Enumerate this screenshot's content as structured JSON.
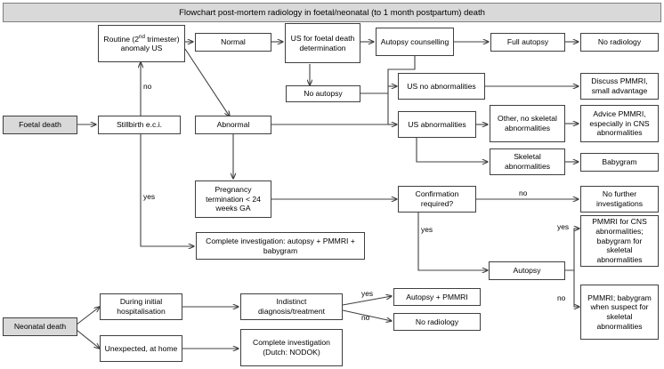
{
  "title": "Flowchart post-mortem radiology in foetal/neonatal (to 1 month postpartum) death",
  "nodes": {
    "routine_anomaly_us": "Routine (2nd trimester) anomaly US",
    "normal": "Normal",
    "us_foetal_death": "US for foetal death determination",
    "autopsy_counselling": "Autopsy counselling",
    "full_autopsy": "Full autopsy",
    "no_radiology_top": "No radiology",
    "no_autopsy": "No autopsy",
    "us_no_abnormalities": "US no abnormalities",
    "discuss_pmmri": "Discuss PMMRI, small advantage",
    "foetal_death": "Foetal death",
    "stillbirth": "Stillbirth e.c.i.",
    "abnormal": "Abnormal",
    "us_abnormalities": "US abnormalities",
    "other_no_skeletal": "Other, no skeletal abnormalities",
    "advice_pmmri": "Advice PMMRI, especially in CNS abnormalities",
    "skeletal_abnormalities": "Skeletal abnormalities",
    "babygram": "Babygram",
    "pregnancy_termination": "Pregnancy termination < 24 weeks GA",
    "confirmation_required": "Confirmation required?",
    "no_further_investigations": "No further investigations",
    "complete_investigation_autopsy": "Complete investigation: autopsy + PMMRI + babygram",
    "pmmri_cns": "PMMRI for CNS abnormalities; babygram for skeletal abnormalities",
    "autopsy": "Autopsy",
    "pmmri_babygram_suspect": "PMMRI; babygram when suspect for skeletal abnormalities",
    "neonatal_death": "Neonatal death",
    "during_initial_hospitalisation": "During initial hospitalisation",
    "indistinct_diagnosis": "Indistinct diagnosis/treatment",
    "autopsy_pmmri": "Autopsy + PMMRI",
    "no_radiology_bottom": "No radiology",
    "unexpected_at_home": "Unexpected, at home",
    "complete_investigation_nodok": "Complete investigation (Dutch: NODOK)"
  },
  "edge_labels": {
    "no_stillbirth": "no",
    "yes_complete_inv": "yes",
    "no_confirmation": "no",
    "yes_confirmation": "yes",
    "yes_autopsy": "yes",
    "no_autopsy_branch": "no",
    "yes_indistinct": "yes",
    "no_indistinct": "no"
  },
  "colors": {
    "shaded_fill": "#d9d9d9",
    "box_border": "#3f3f3f",
    "line": "#404040",
    "background": "#ffffff"
  }
}
